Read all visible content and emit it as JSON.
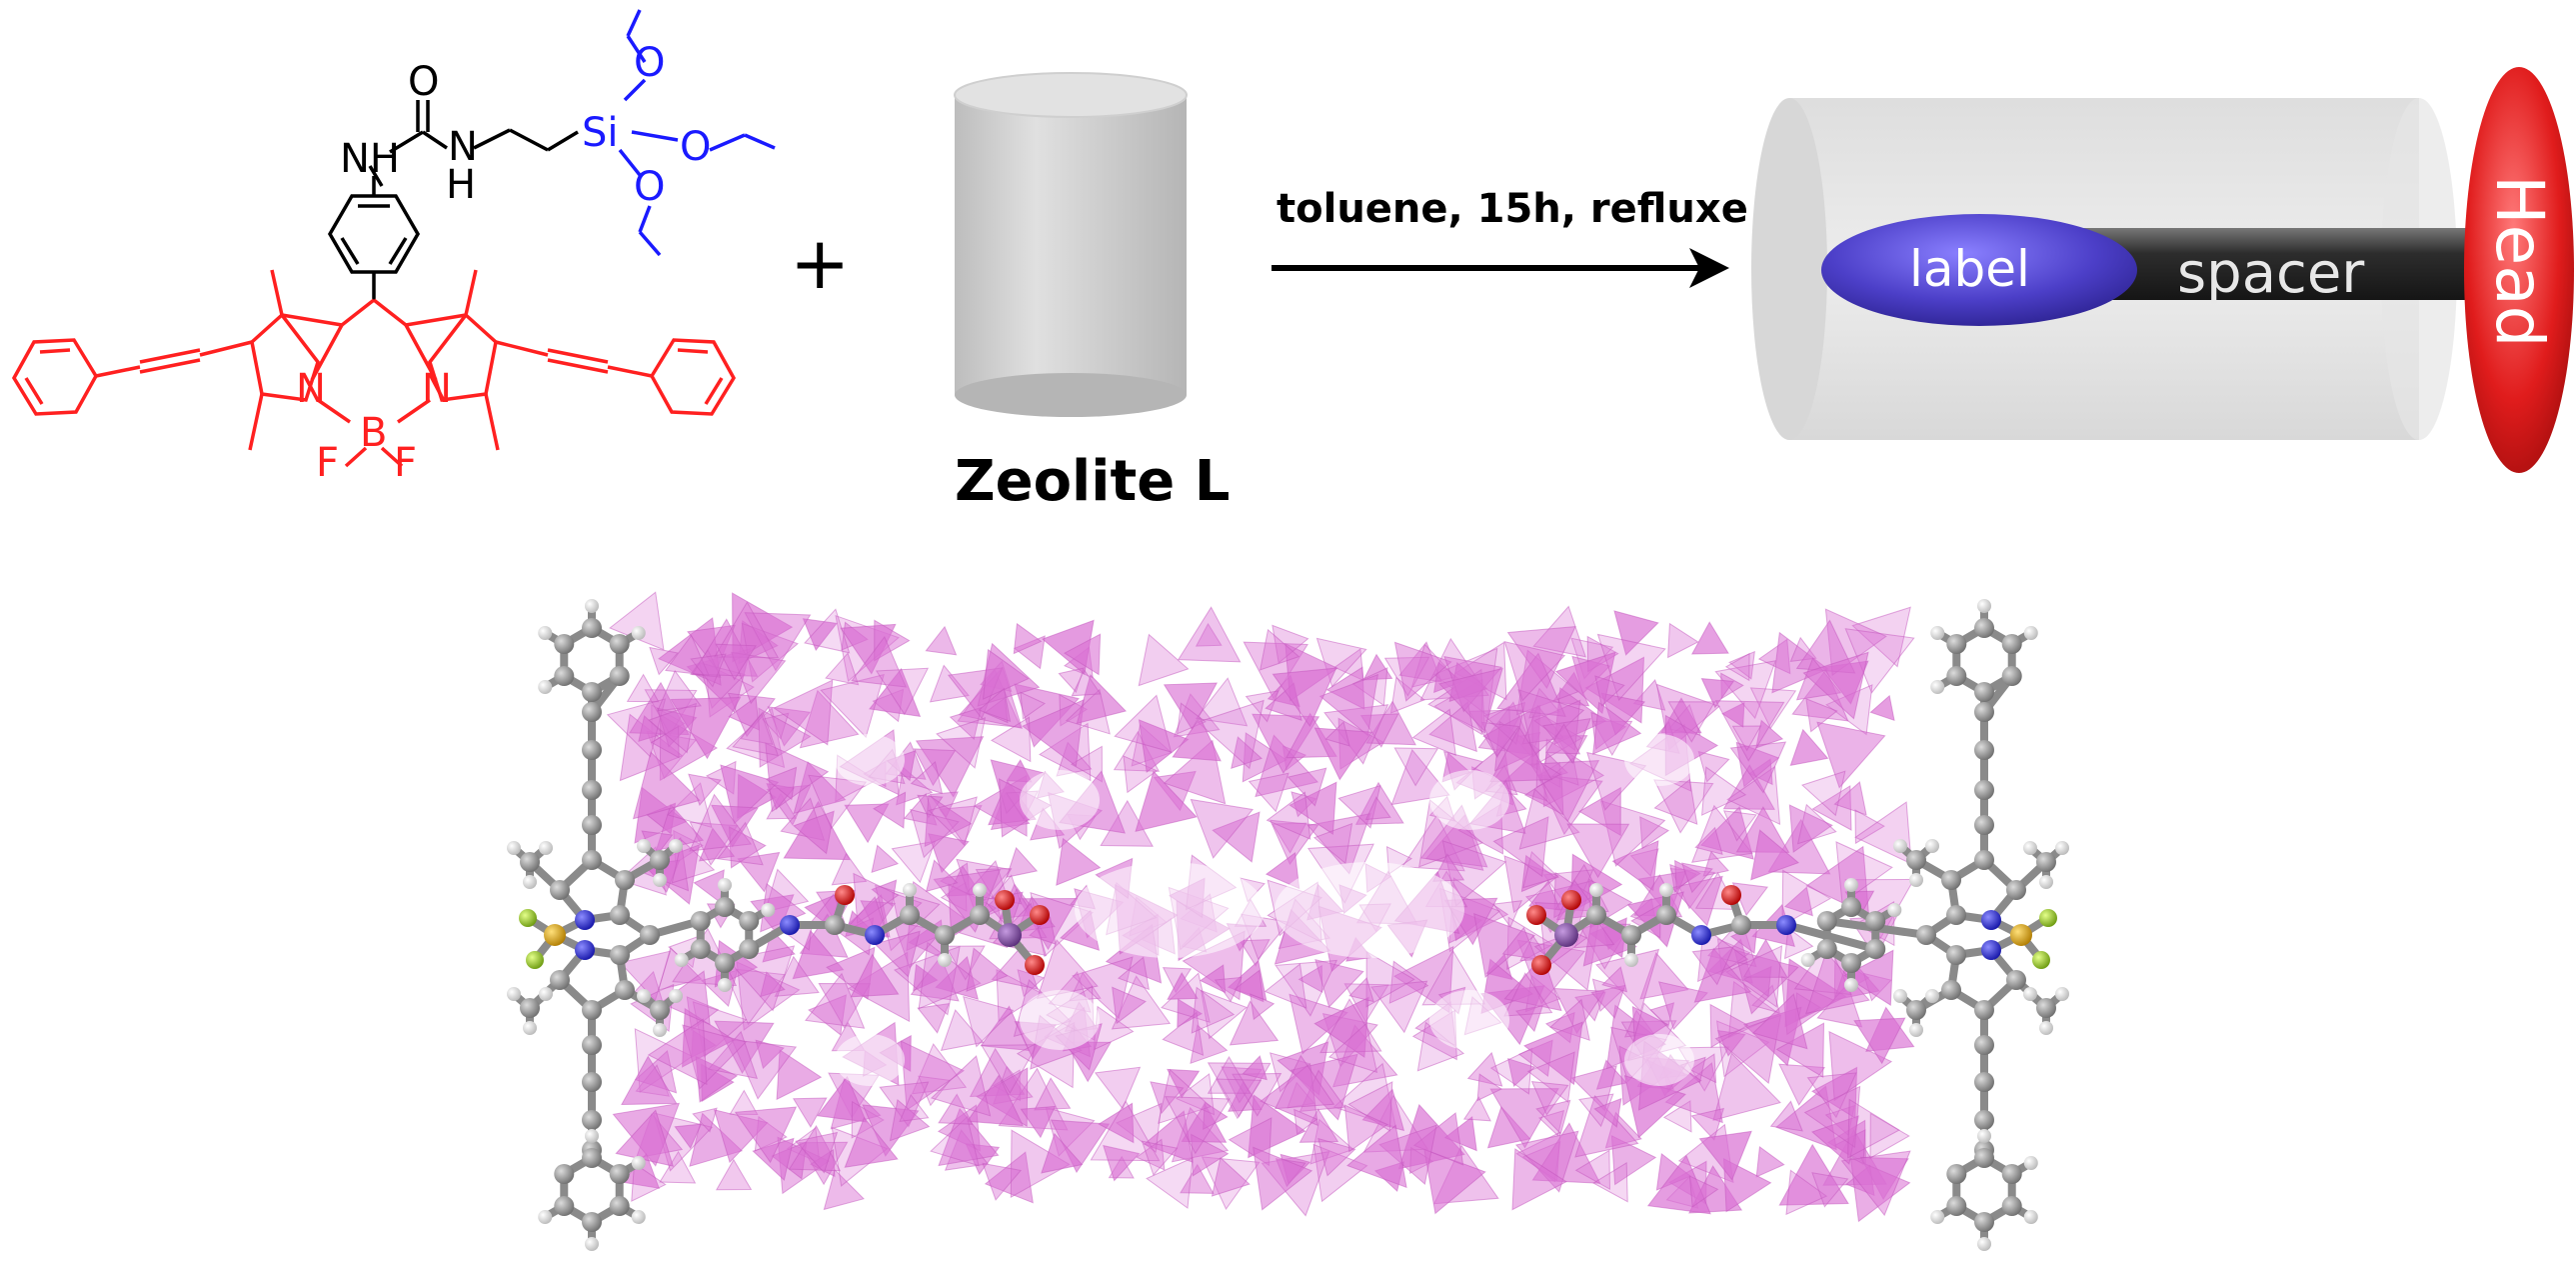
{
  "molecule": {
    "atoms": {
      "O": "O",
      "NH_left": "NH",
      "N_right": "N",
      "H_right": "H",
      "Si": "Si",
      "O1": "O",
      "O2": "O",
      "O3": "O",
      "N_core_left": "N",
      "N_core_right": "N",
      "B": "B",
      "F_left": "F",
      "F_right": "F"
    },
    "colors": {
      "backbone": "#000000",
      "dye": "#ff2020",
      "silane": "#1a1aff"
    }
  },
  "plus_sign": "+",
  "zeolite": {
    "caption": "Zeolite L",
    "color": "#cccccc"
  },
  "reaction": {
    "conditions": "toluene, 15h, refluxe"
  },
  "cartoon": {
    "label_text": "label",
    "spacer_text": "spacer",
    "head_text": "Head",
    "colors": {
      "label": "#4b3fbf",
      "spacer": "#3a3a3a",
      "head": "#e02020",
      "channel": "#e3e3e3"
    }
  },
  "framework": {
    "color": "#d96fd3",
    "atom_colors": {
      "carbon": "#7a7a7a",
      "hydrogen": "#ffffff",
      "nitrogen": "#2a2ad0",
      "oxygen": "#e01010",
      "silicon": "#7a4a9a",
      "boron": "#d9a400",
      "fluorine": "#9acd32"
    }
  }
}
